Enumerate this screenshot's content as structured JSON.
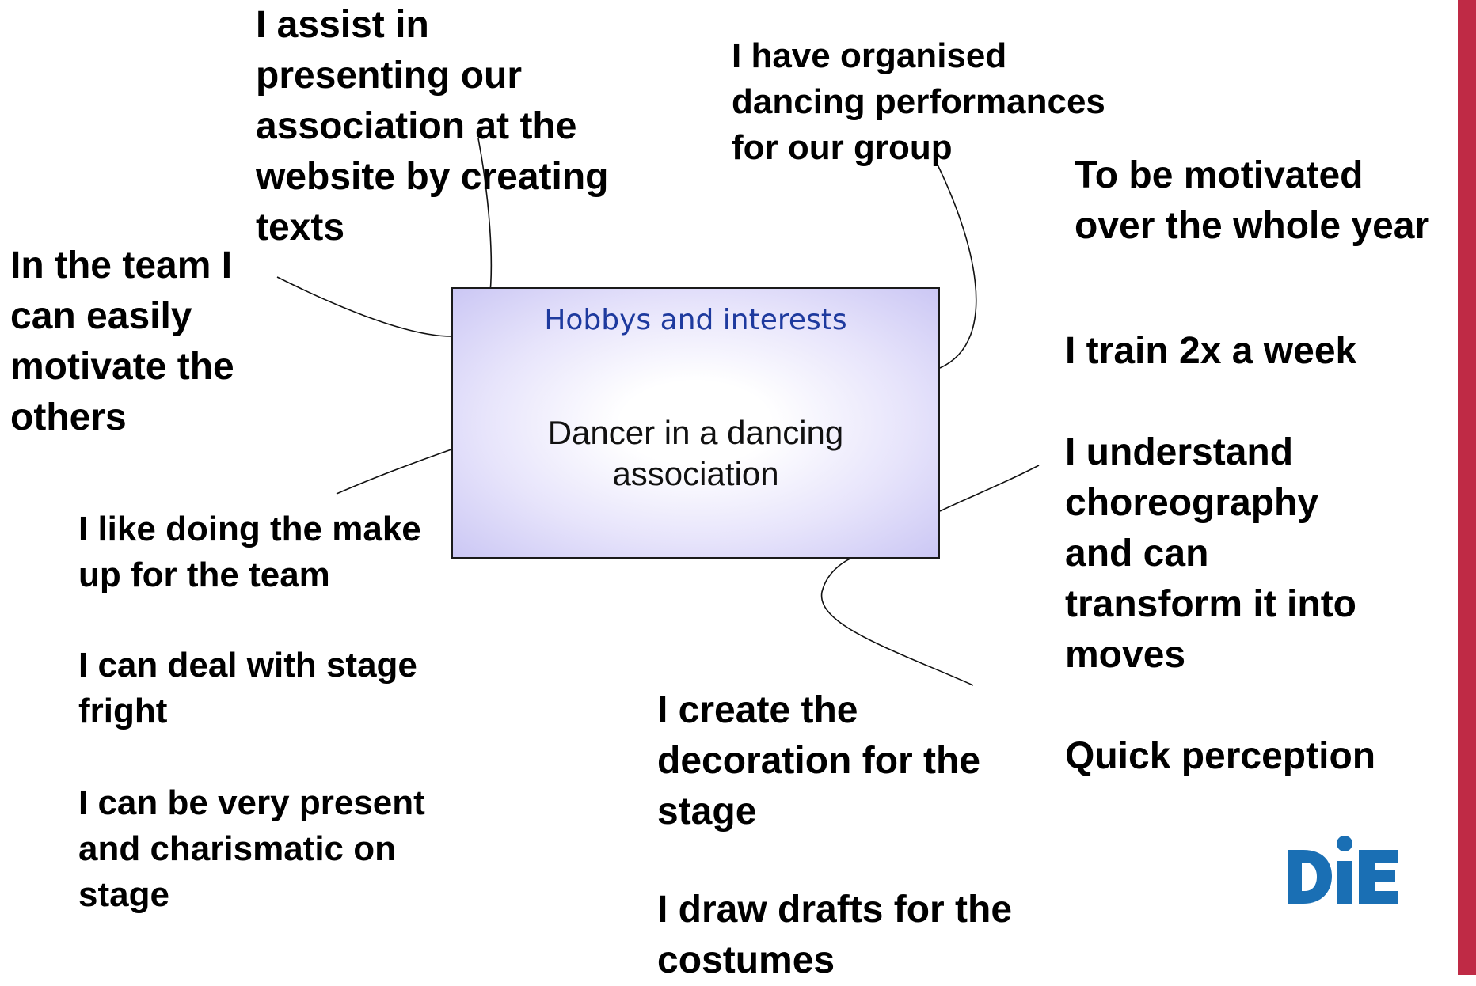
{
  "center": {
    "heading": "Hobbys and interests",
    "body": "Dancer in a dancing\nassociation"
  },
  "items": {
    "assist": "I assist in\npresenting our\nassociation at the\nwebsite by creating\ntexts",
    "organised": "I have organised\ndancing performances\nfor our group",
    "motivated_year": "To be motivated\nover the whole year",
    "team_motivate": "In the team I\ncan easily\nmotivate the\nothers",
    "train": "I train 2x a week",
    "choreography": "I understand\nchoreography\nand can\ntransform it into\nmoves",
    "makeup": "I like doing the make\nup for the team",
    "stage_fright": "I can deal with stage\nfright",
    "charismatic": "I can be very present\nand charismatic on\nstage",
    "decoration": "I create the\ndecoration for the\nstage",
    "quick": "Quick perception",
    "costumes": "I draw drafts for the\ncostumes"
  },
  "logo": {
    "name": "DIE logo",
    "color": "#1a6fb4"
  },
  "colors": {
    "accent_bar": "#bf2a45",
    "heading": "#1e3a9e"
  }
}
